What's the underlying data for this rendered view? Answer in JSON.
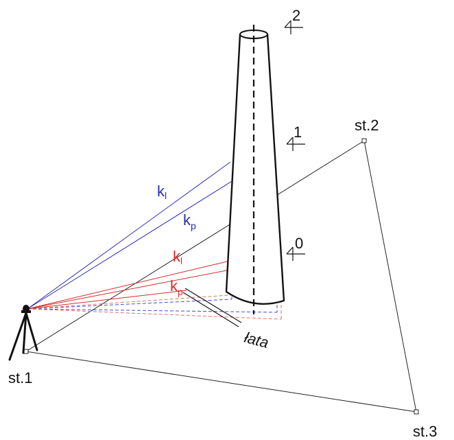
{
  "stations": {
    "st1": "st.1",
    "st2": "st.2",
    "st3": "st.3"
  },
  "levels": {
    "level_0": "0",
    "level_1": "1",
    "level_2": "2"
  },
  "sightlines": {
    "blue_left": {
      "base": "k",
      "sub": "l"
    },
    "blue_right": {
      "base": "k",
      "sub": "p"
    },
    "red_left": {
      "base": "k",
      "sub": "l"
    },
    "red_right": {
      "base": "k",
      "sub": "p"
    }
  },
  "rod_label": "łata",
  "colors": {
    "blue": "#2b2bb0",
    "red": "#d42a2a",
    "black": "#111111",
    "blue_dash": "#4a4ac8",
    "red_dash": "#e07070"
  }
}
